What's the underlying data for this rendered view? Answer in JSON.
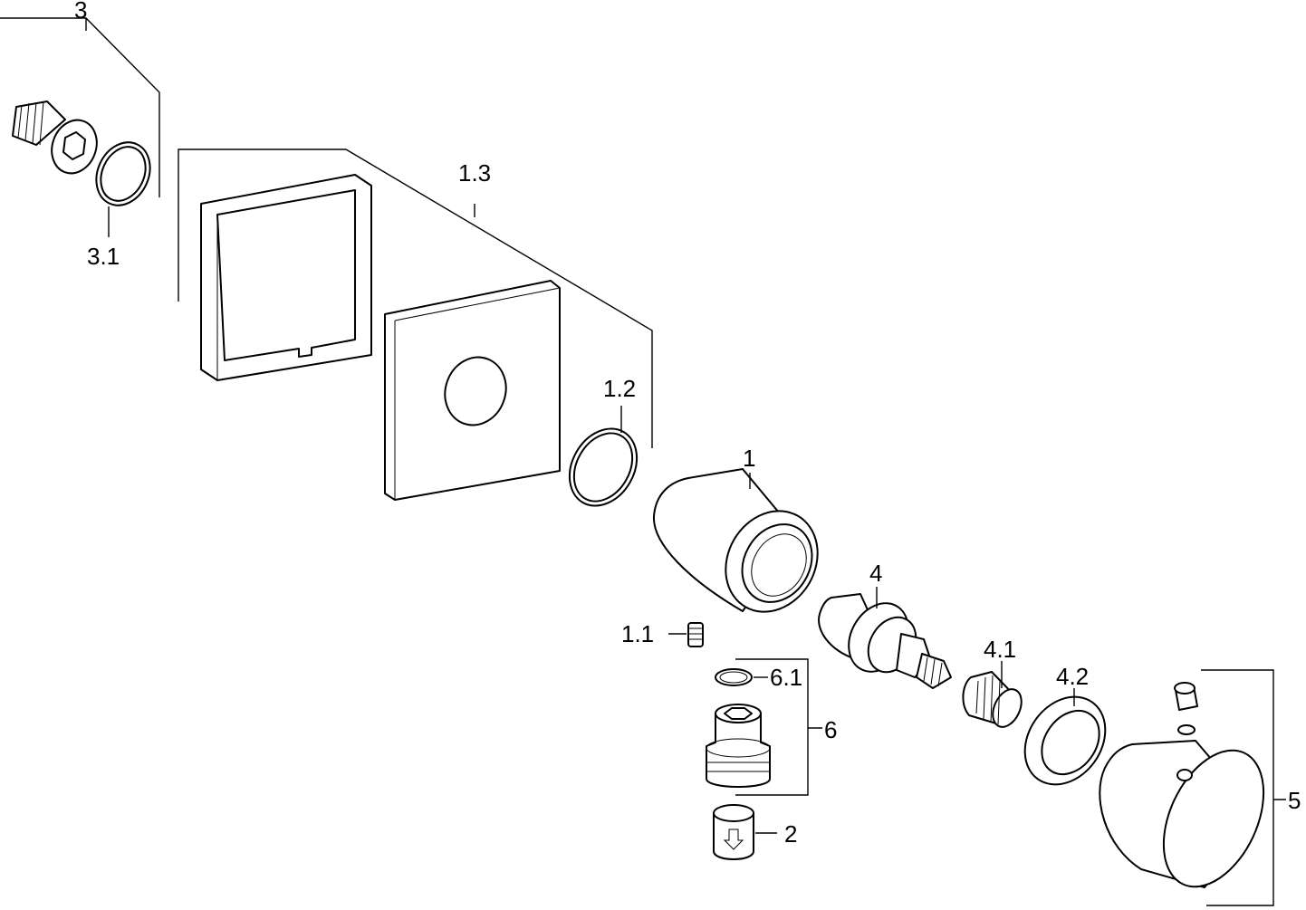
{
  "labels": {
    "part_3": "3",
    "part_3_1": "3.1",
    "part_1_3": "1.3",
    "part_1_2": "1.2",
    "part_1": "1",
    "part_4": "4",
    "part_1_1": "1.1",
    "part_4_1": "4.1",
    "part_4_2": "4.2",
    "part_6_1": "6.1",
    "part_6": "6",
    "part_2": "2",
    "part_5": "5"
  }
}
